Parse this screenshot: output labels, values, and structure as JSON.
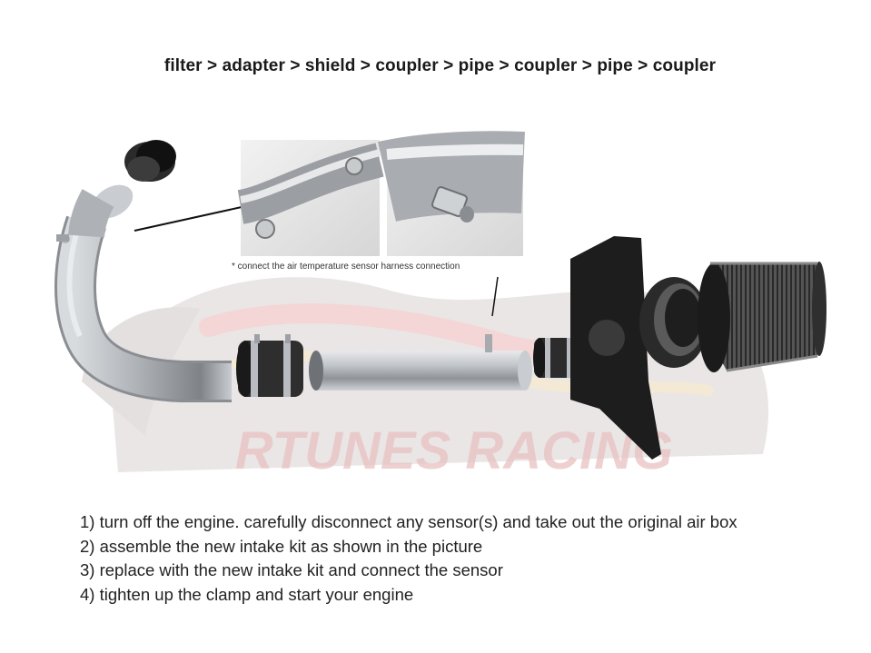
{
  "header": {
    "sequence": "filter > adapter > shield > coupler > pipe > coupler > pipe > coupler"
  },
  "figure": {
    "inset_caption": "* connect the air temperature sensor harness connection",
    "watermark": "RTUNES RACING",
    "parts": [
      "coupler",
      "pipe",
      "coupler",
      "pipe",
      "coupler",
      "shield",
      "adapter",
      "filter"
    ],
    "colors": {
      "pipe": "#b9bcc0",
      "coupler": "#2a2a2a",
      "shield": "#1c1c1c",
      "watermark": "#d8d0d0",
      "watermark_red": "#e9b1b1"
    }
  },
  "instructions": [
    "1) turn off the engine. carefully disconnect any sensor(s) and take out the original air box",
    "2) assemble the new intake kit as shown in the picture",
    "3) replace with the new intake kit and connect the sensor",
    "4) tighten up the clamp and start your engine"
  ]
}
